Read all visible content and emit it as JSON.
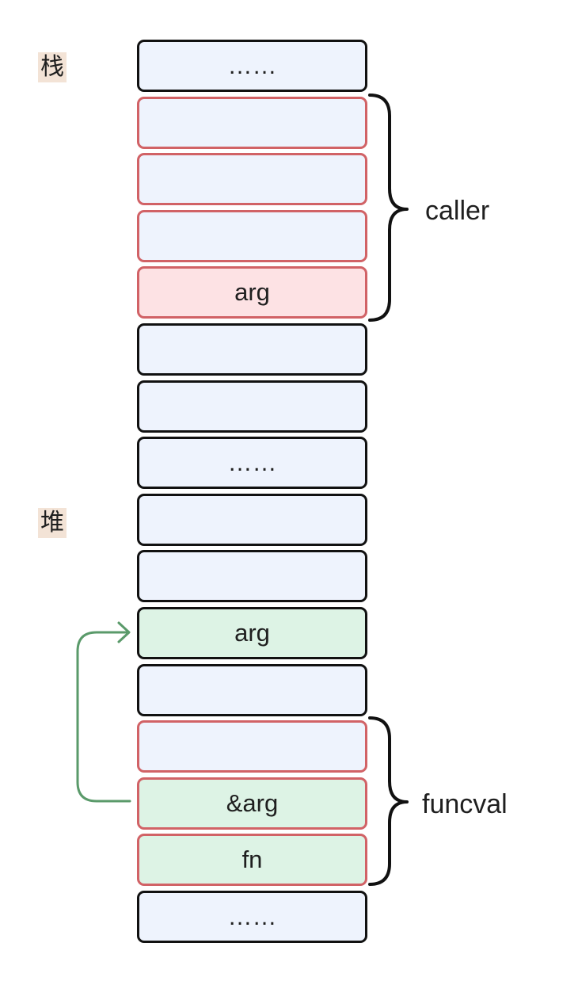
{
  "side_labels": {
    "stack": "栈",
    "heap": "堆"
  },
  "cells": [
    {
      "text": "……",
      "outline": "black",
      "fill": "blue"
    },
    {
      "text": "",
      "outline": "red",
      "fill": "blue"
    },
    {
      "text": "",
      "outline": "red",
      "fill": "blue"
    },
    {
      "text": "",
      "outline": "red",
      "fill": "blue"
    },
    {
      "text": "arg",
      "outline": "red",
      "fill": "red"
    },
    {
      "text": "",
      "outline": "black",
      "fill": "blue"
    },
    {
      "text": "",
      "outline": "black",
      "fill": "blue"
    },
    {
      "text": "……",
      "outline": "black",
      "fill": "blue"
    },
    {
      "text": "",
      "outline": "black",
      "fill": "blue"
    },
    {
      "text": "",
      "outline": "black",
      "fill": "blue"
    },
    {
      "text": "arg",
      "outline": "black",
      "fill": "green"
    },
    {
      "text": "",
      "outline": "black",
      "fill": "blue"
    },
    {
      "text": "",
      "outline": "red",
      "fill": "blue"
    },
    {
      "text": "&arg",
      "outline": "red",
      "fill": "green"
    },
    {
      "text": "fn",
      "outline": "red",
      "fill": "green"
    },
    {
      "text": "……",
      "outline": "black",
      "fill": "blue"
    }
  ],
  "braces": {
    "caller": "caller",
    "funcval": "funcval"
  },
  "colors": {
    "cell_fill_blue": "#eef3fd",
    "cell_fill_red": "#fde2e4",
    "cell_fill_green": "#ddf3e5",
    "outline_black": "#111111",
    "outline_red": "#d16266",
    "arrow_green": "#5a9a6a",
    "label_bg": "#f3e3d6"
  }
}
